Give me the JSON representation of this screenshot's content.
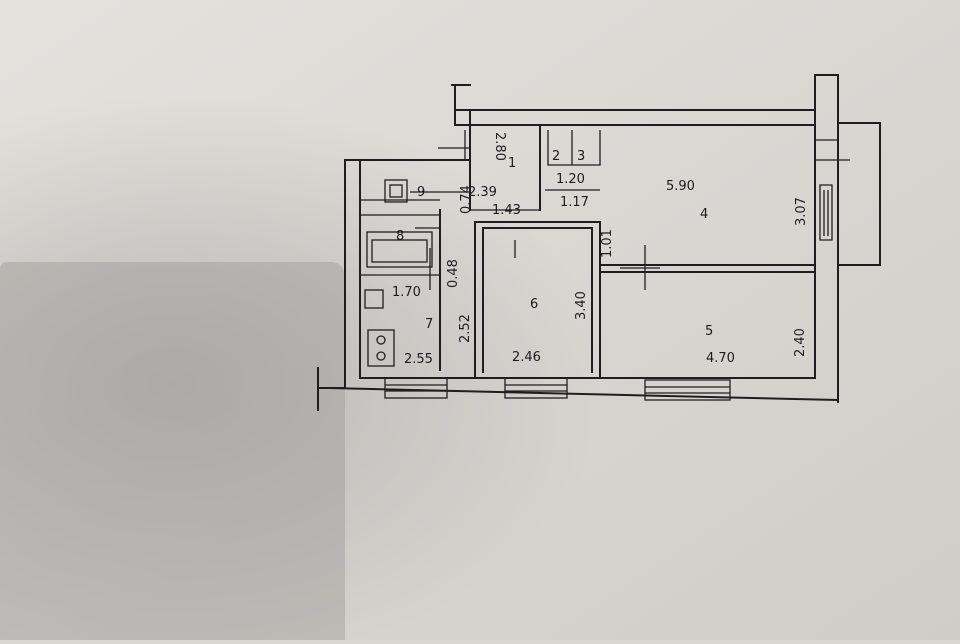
{
  "plan": {
    "rooms": [
      {
        "id": "1",
        "label": "1"
      },
      {
        "id": "2",
        "label": "2"
      },
      {
        "id": "3",
        "label": "3"
      },
      {
        "id": "4",
        "label": "4"
      },
      {
        "id": "5",
        "label": "5"
      },
      {
        "id": "6",
        "label": "6"
      },
      {
        "id": "7",
        "label": "7"
      },
      {
        "id": "8",
        "label": "8"
      },
      {
        "id": "9",
        "label": "9"
      }
    ],
    "dimensions": {
      "d_2_80": "2.80",
      "d_1_20": "1.20",
      "d_2_39": "2.39",
      "d_1_43": "1.43",
      "d_1_17": "1.17",
      "d_0_74": "0.74",
      "d_0_48": "0.48",
      "d_2_52": "2.52",
      "d_1_70": "1.70",
      "d_2_55": "2.55",
      "d_2_46": "2.46",
      "d_3_40": "3.40",
      "d_1_01": "1.01",
      "d_5_90": "5.90",
      "d_3_07": "3.07",
      "d_2_40": "2.40",
      "d_4_70": "4.70"
    }
  }
}
